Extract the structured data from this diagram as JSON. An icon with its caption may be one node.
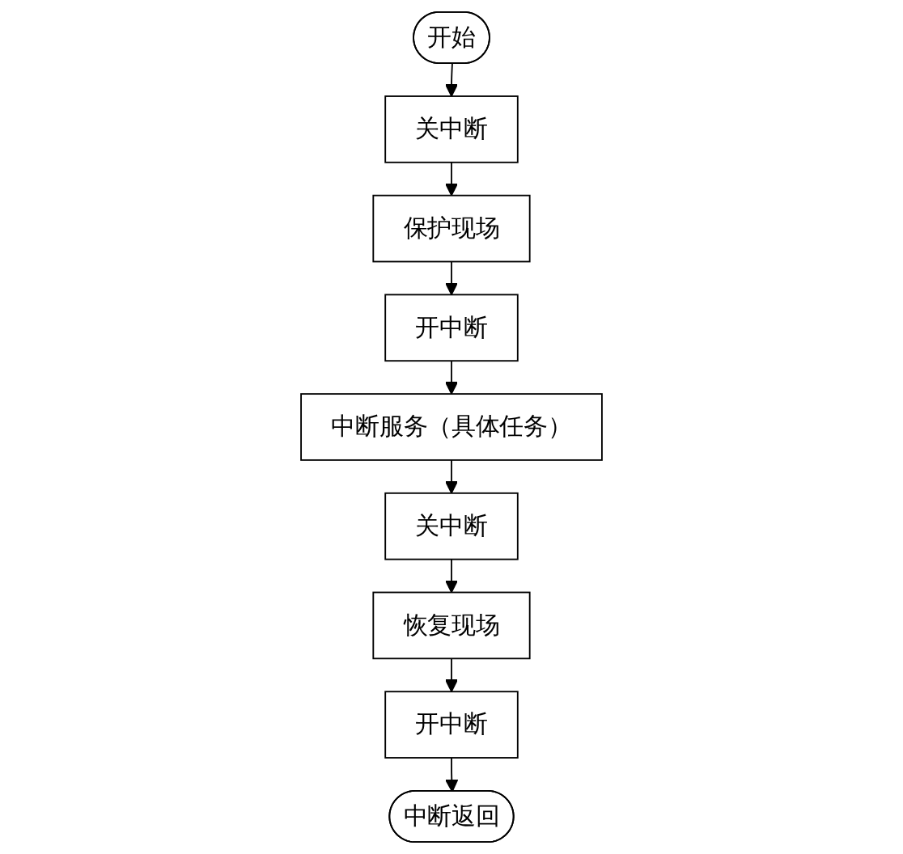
{
  "diagram": {
    "nodes": [
      {
        "text": [
          "开始"
        ]
      },
      {
        "text": [
          "关中断"
        ]
      },
      {
        "text": [
          "保护现场"
        ]
      },
      {
        "text": [
          "开中断"
        ]
      },
      {
        "text": [
          "中断服务（具体任务）"
        ]
      },
      {
        "text": [
          "关中断"
        ]
      },
      {
        "text": [
          "恢复现场"
        ]
      },
      {
        "text": [
          "开中断"
        ]
      },
      {
        "text": [
          "中断返回"
        ]
      }
    ],
    "edges": [
      {
        "from": 0,
        "to": 1,
        "arrow": "to"
      },
      {
        "from": 1,
        "to": 2,
        "arrow": "to"
      },
      {
        "from": 2,
        "to": 3,
        "arrow": "to"
      },
      {
        "from": 3,
        "to": 4,
        "arrow": "to"
      },
      {
        "from": 4,
        "to": 5,
        "arrow": "to"
      },
      {
        "from": 5,
        "to": 6,
        "arrow": "to"
      },
      {
        "from": 6,
        "to": 7,
        "arrow": "to"
      },
      {
        "from": 7,
        "to": 8,
        "arrow": "to"
      }
    ]
  }
}
